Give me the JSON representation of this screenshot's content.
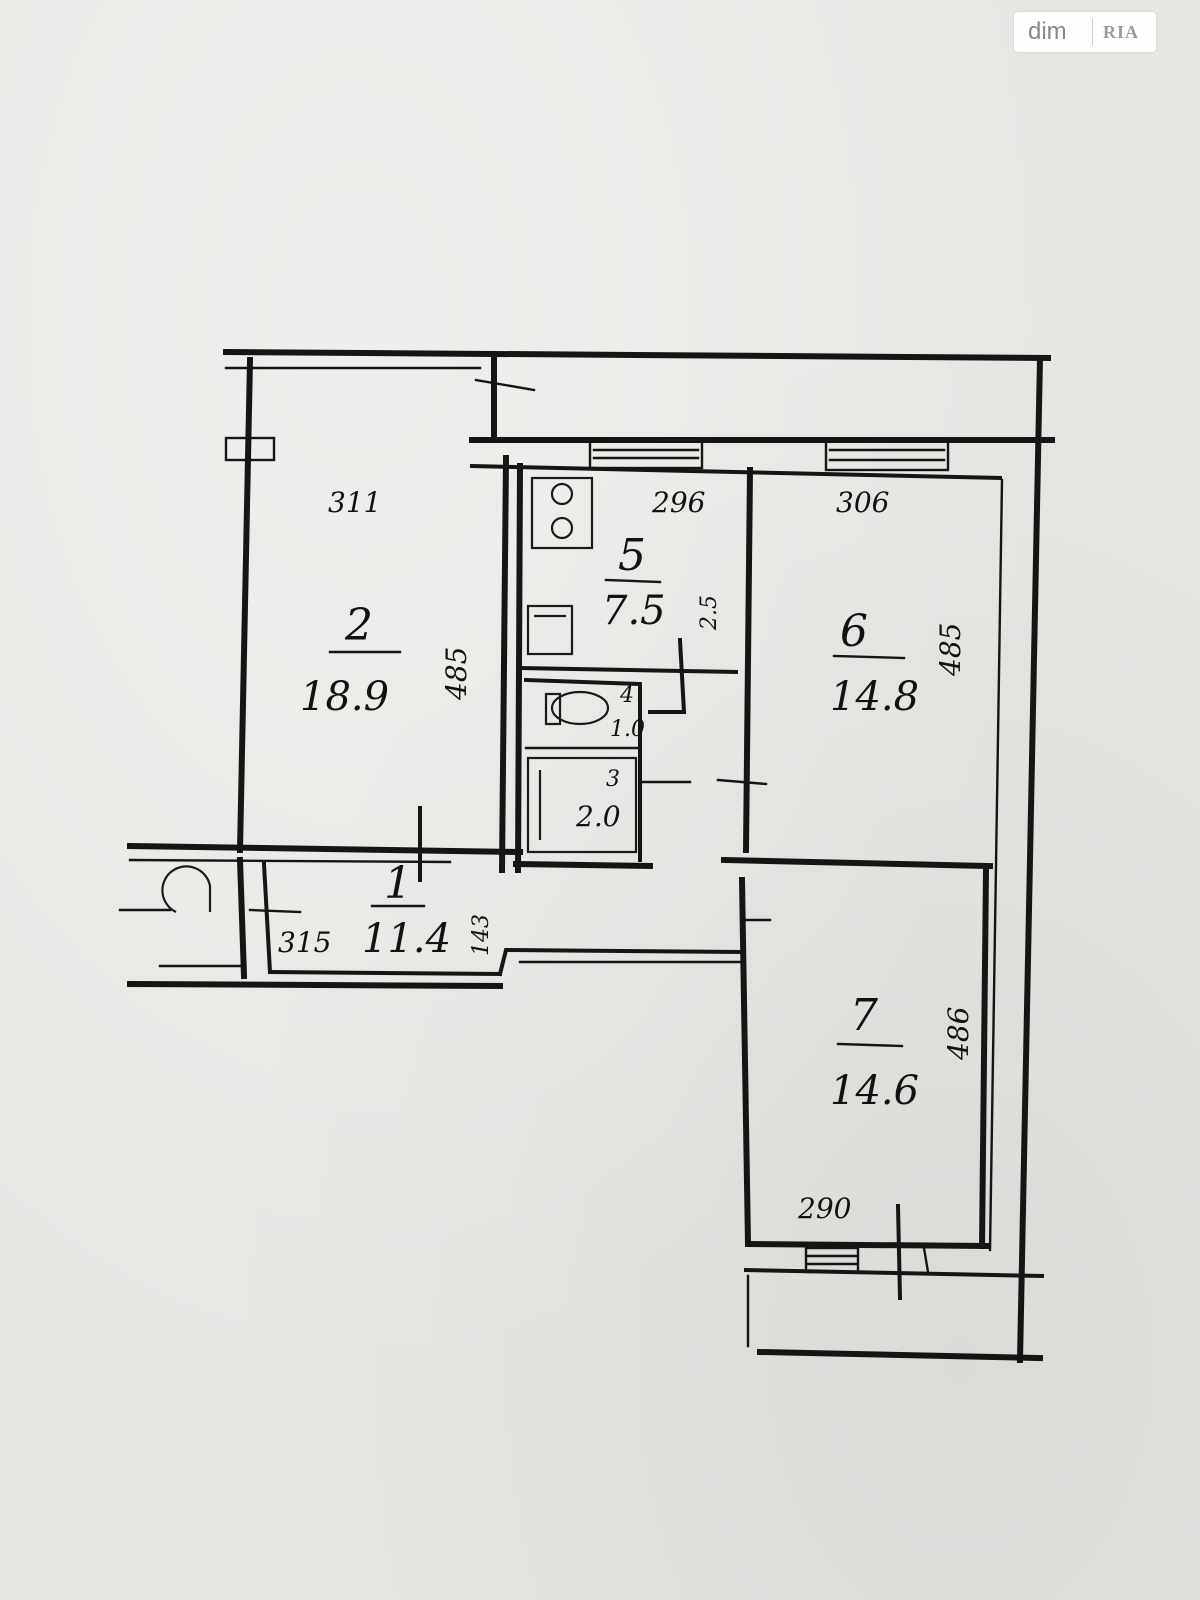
{
  "watermark": {
    "brand": "dim",
    "mark": "RIA"
  },
  "rooms": [
    {
      "id": "1",
      "area": "11.4",
      "dims": [
        "3.15",
        "1.43"
      ]
    },
    {
      "id": "2",
      "area": "18.9",
      "dims": [
        "3.11",
        "4.85"
      ]
    },
    {
      "id": "3",
      "area": "2.0",
      "dims": []
    },
    {
      "id": "4",
      "area": "1.0",
      "dims": []
    },
    {
      "id": "5",
      "area": "7.5",
      "dims": [
        "2.96",
        "2.5"
      ]
    },
    {
      "id": "6",
      "area": "14.8",
      "dims": [
        "3.06",
        "4.85"
      ]
    },
    {
      "id": "7",
      "area": "14.6",
      "dims": [
        "2.90",
        "4.86"
      ]
    }
  ],
  "labels": {
    "r1_num": "1",
    "r1_area": "11.4",
    "r1_w": "315",
    "r1_h": "143",
    "r2_num": "2",
    "r2_area": "18.9",
    "r2_w": "311",
    "r2_h": "485",
    "r3_num": "3",
    "r3_area": "2.0",
    "r4_num": "4",
    "r4_area": "1.0",
    "r5_num": "5",
    "r5_area": "7.5",
    "r5_w": "296",
    "r5_h": "2.5",
    "r6_num": "6",
    "r6_area": "14.8",
    "r6_w": "306",
    "r6_h": "485",
    "r7_num": "7",
    "r7_area": "14.6",
    "r7_w": "290",
    "r7_h": "486"
  }
}
